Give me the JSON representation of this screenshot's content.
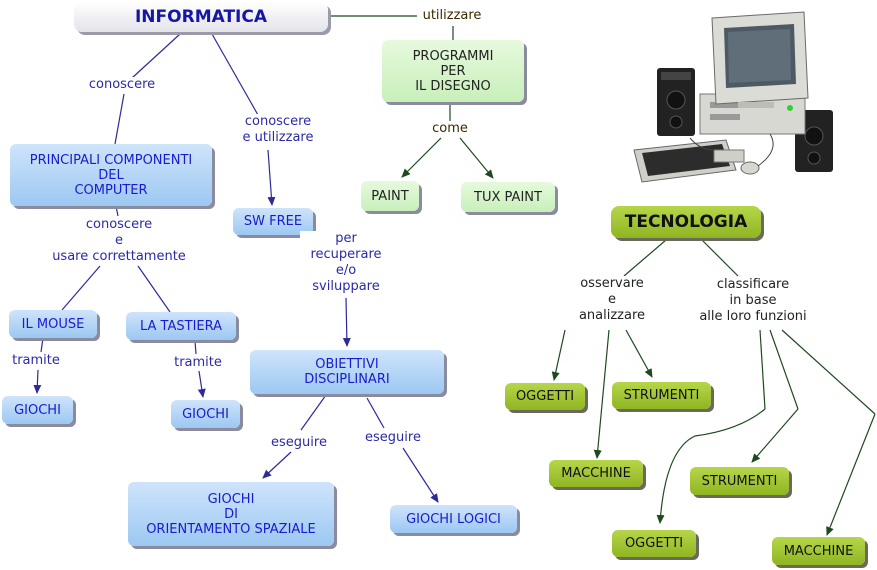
{
  "nodes": {
    "informatica": "INFORMATICA",
    "programmi": "PROGRAMMI\nPER\nIL DISEGNO",
    "paint": "PAINT",
    "tux_paint": "TUX PAINT",
    "principali": "PRINCIPALI COMPONENTI\nDEL\nCOMPUTER",
    "sw_free": "SW FREE",
    "il_mouse": "IL MOUSE",
    "la_tastiera": "LA TASTIERA",
    "giochi_1": "GIOCHI",
    "giochi_2": "GIOCHI",
    "obiettivi": "OBIETTIVI\nDISCIPLINARI",
    "giochi_orientamento": "GIOCHI\nDI\nORIENTAMENTO SPAZIALE",
    "giochi_logici": "GIOCHI LOGICI",
    "tecnologia": "TECNOLOGIA",
    "oggetti_1": "OGGETTI",
    "strumenti_1": "STRUMENTI",
    "macchine_1": "MACCHINE",
    "strumenti_2": "STRUMENTI",
    "oggetti_2": "OGGETTI",
    "macchine_2": "MACCHINE"
  },
  "links": {
    "utilizzare": "utilizzare",
    "come": "come",
    "conoscere": "conoscere",
    "conoscere_utilizzare": "conoscere\ne utilizzare",
    "conoscere_usare": "conoscere\ne\nusare correttamente",
    "per_recuperare": "per\nrecuperare\ne/o\nsviluppare",
    "tramite_1": "tramite",
    "tramite_2": "tramite",
    "eseguire_1": "eseguire",
    "eseguire_2": "eseguire",
    "osservare": "osservare\ne\nanalizzare",
    "classificare": "classificare\nin base\nalle loro funzioni"
  },
  "colors": {
    "blue_line": "#2b2b9c",
    "green_line": "#1e4a1e"
  },
  "icons": {
    "computer": "desktop-computer-icon"
  }
}
